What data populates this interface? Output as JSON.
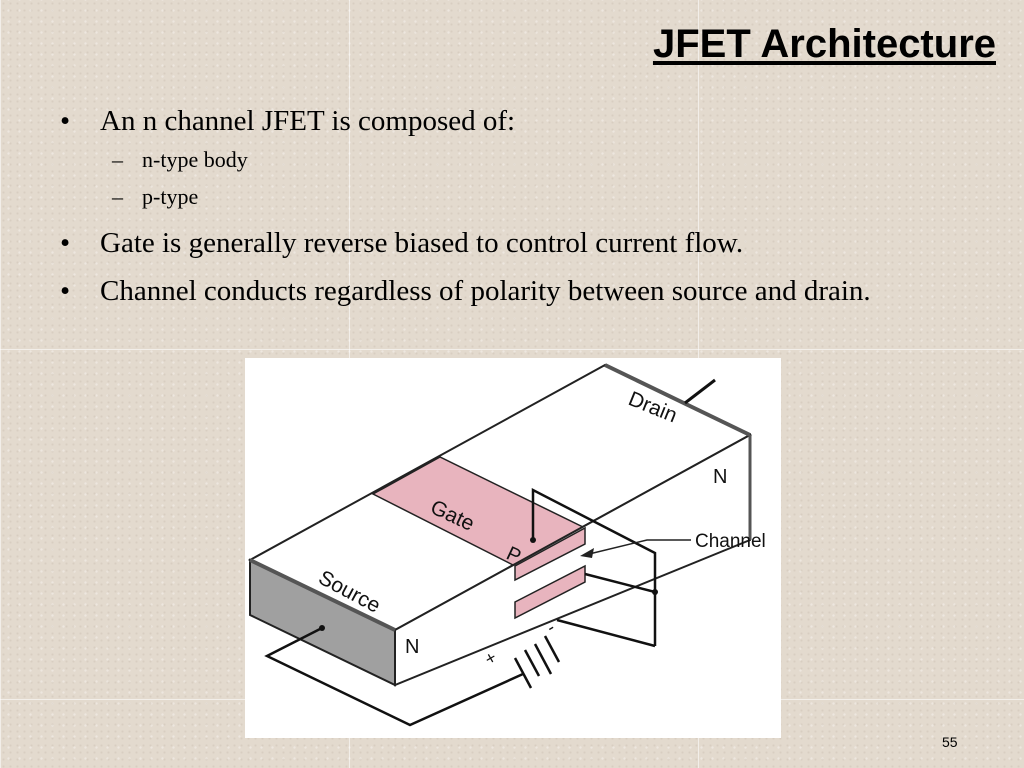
{
  "slide": {
    "title": "JFET Architecture",
    "bullets": [
      "An n channel JFET is composed of:",
      "Gate is generally reverse biased to control current flow.",
      "Channel conducts regardless of polarity between source and drain."
    ],
    "sub_bullets": [
      "n-type body",
      "p-type"
    ],
    "page_number": "55"
  },
  "diagram": {
    "labels": {
      "drain": "Drain",
      "gate": "Gate",
      "source": "Source",
      "channel": "Channel",
      "n_top": "N",
      "n_bottom": "N",
      "p": "P",
      "plus": "+",
      "minus": "-"
    },
    "colors": {
      "gate_fill": "#e8b4be",
      "source_face": "#a0a0a0",
      "body_fill": "#ffffff",
      "outline": "#222222"
    }
  }
}
